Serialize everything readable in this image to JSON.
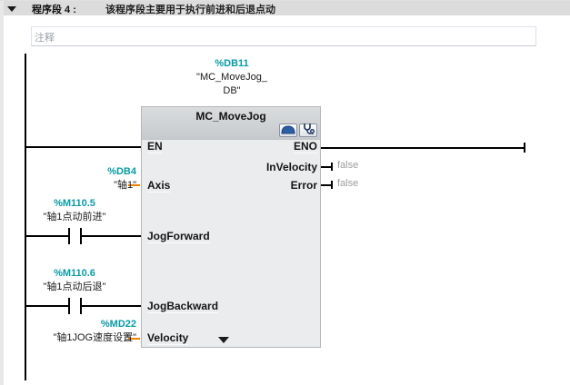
{
  "network_header": {
    "collapse_icon": "triangle-down",
    "label": "程序段 4 :",
    "description": "该程序段主要用于执行前进和后退点动",
    "comment_placeholder": "注释"
  },
  "block": {
    "instance_db": {
      "address": "%DB11",
      "name_line1": "\"MC_MoveJog_",
      "name_line2": "DB\""
    },
    "title": "MC_MoveJog",
    "toolbar_icons": [
      {
        "name": "box-mode-icon"
      },
      {
        "name": "diagnostics-stethoscope-icon"
      }
    ],
    "pins": {
      "en": "EN",
      "eno": "ENO",
      "axis": "Axis",
      "jog_forward": "JogForward",
      "jog_backward": "JogBackward",
      "velocity": "Velocity",
      "in_velocity": "InVelocity",
      "error": "Error"
    },
    "monitor_values": {
      "in_velocity": "false",
      "error": "false"
    },
    "expand_icon": "triangle-down"
  },
  "operands": {
    "axis": {
      "address": "%DB4",
      "name": "\"轴1\""
    },
    "jog_forward": {
      "address": "%M110.5",
      "name": "\"轴1点动前进\""
    },
    "jog_backward": {
      "address": "%M110.6",
      "name": "\"轴1点动后退\""
    },
    "velocity": {
      "address": "%MD22",
      "name": "\"轴1JOG速度设置\""
    }
  },
  "colors": {
    "operand_address_teal": "#0a9ba4",
    "connector_orange": "#ee8200",
    "monitor_value_gray": "#9c9c9c",
    "network_header_bg": "#dcdcdc",
    "block_header_bg": "#d3d5d8",
    "block_body_bg": "#eaecee",
    "wire_black": "#000000"
  }
}
